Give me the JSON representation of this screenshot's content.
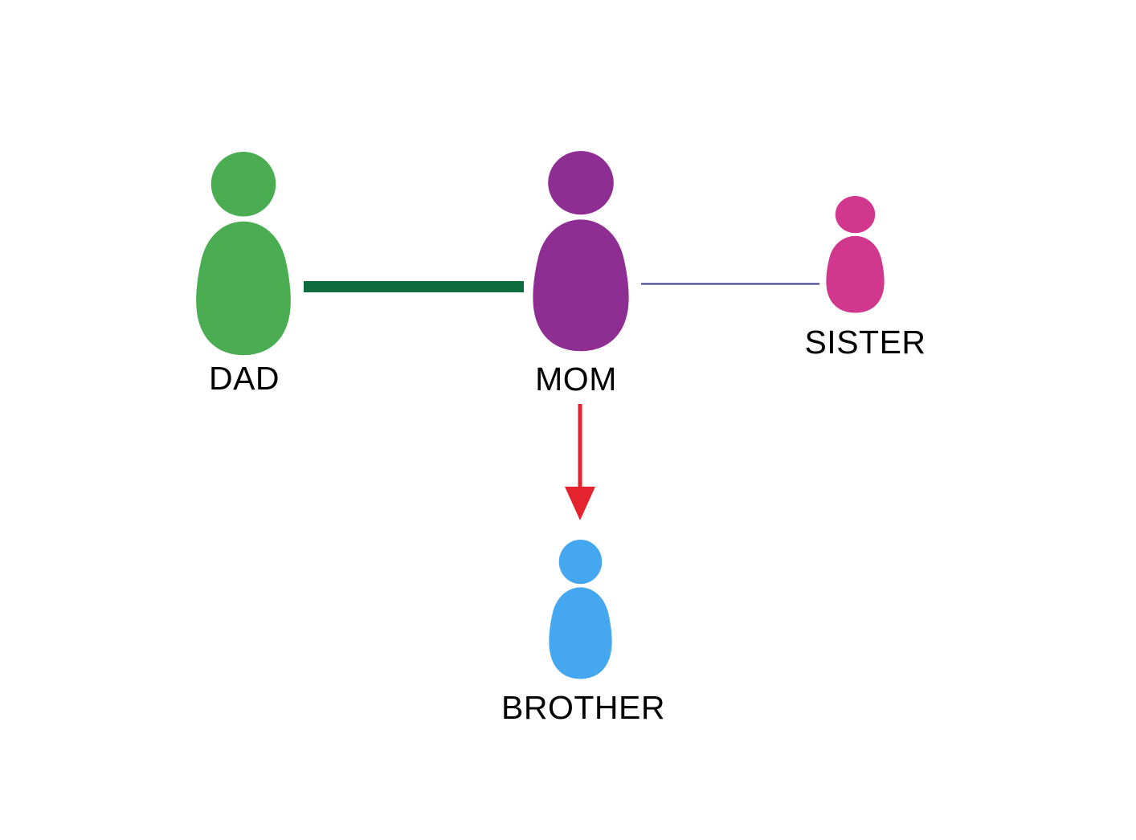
{
  "diagram": {
    "title": "family-relationship-diagram",
    "background": "#FFFFFF",
    "label_color": "#000000",
    "people": [
      {
        "id": "dad",
        "label": "DAD",
        "color": "#4AAD52",
        "size": "large"
      },
      {
        "id": "mom",
        "label": "MOM",
        "color": "#8E2D92",
        "size": "large"
      },
      {
        "id": "sister",
        "label": "SISTER",
        "color": "#D1378D",
        "size": "small"
      },
      {
        "id": "brother",
        "label": "BROTHER",
        "color": "#45A7EF",
        "size": "medium"
      }
    ],
    "edges": [
      {
        "id": "dad-mom",
        "from": "DAD",
        "to": "MOM",
        "style": "thick-solid-line",
        "color": "#0E6B3D"
      },
      {
        "id": "mom-sister",
        "from": "MOM",
        "to": "SISTER",
        "style": "thin-solid-line",
        "color": "#3A3A8C"
      },
      {
        "id": "mom-brother",
        "from": "MOM",
        "to": "BROTHER",
        "style": "arrow-down",
        "color": "#E5232E"
      }
    ]
  }
}
